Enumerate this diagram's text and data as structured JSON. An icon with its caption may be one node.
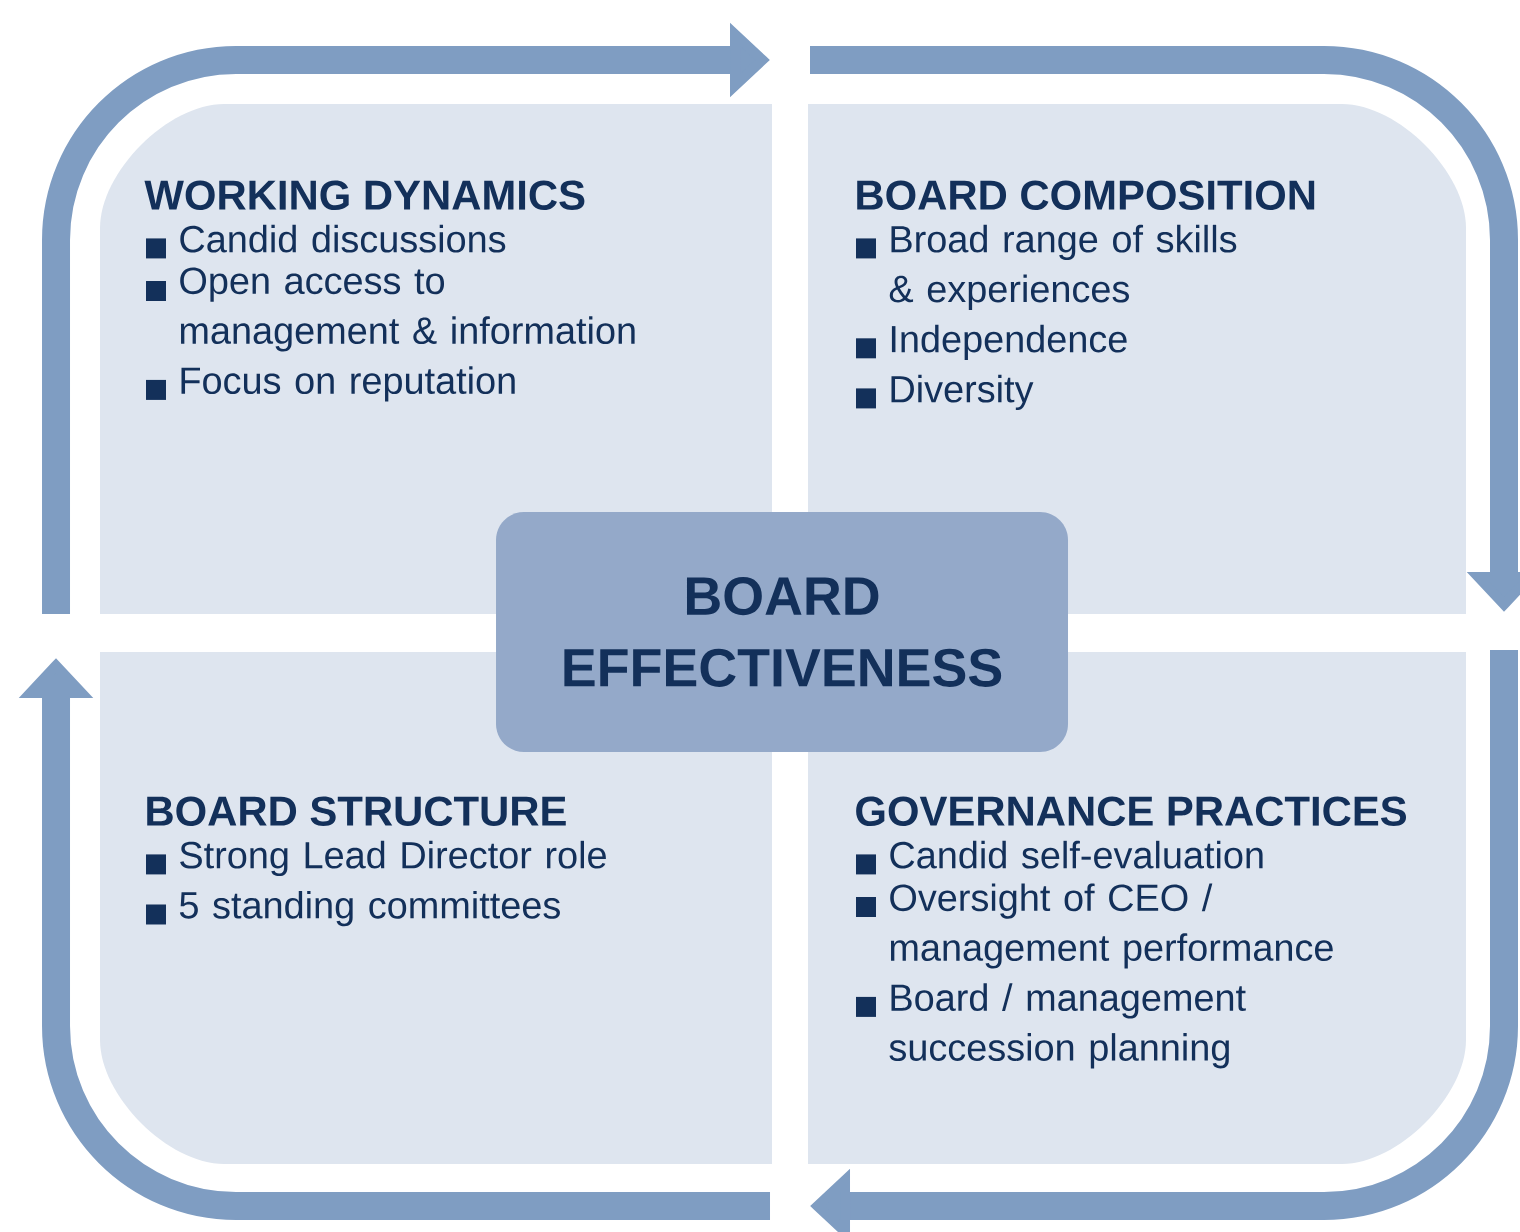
{
  "diagram": {
    "nodes": [
      {
        "text": [
          "WORKING DYNAMICS",
          "Candid discussions",
          "Open access to management & information",
          "Focus on reputation"
        ]
      },
      {
        "text": [
          "BOARD COMPOSITION",
          "Broad range of skills & experiences",
          "Independence",
          "Diversity"
        ]
      },
      {
        "text": [
          "BOARD EFFECTIVENESS"
        ]
      },
      {
        "text": [
          "BOARD STRUCTURE",
          "Strong Lead Director role",
          "5 standing committees"
        ]
      },
      {
        "text": [
          "GOVERNANCE PRACTICES",
          "Candid self-evaluation",
          "Oversight of CEO / management performance",
          "Board / management succession planning"
        ]
      }
    ]
  }
}
